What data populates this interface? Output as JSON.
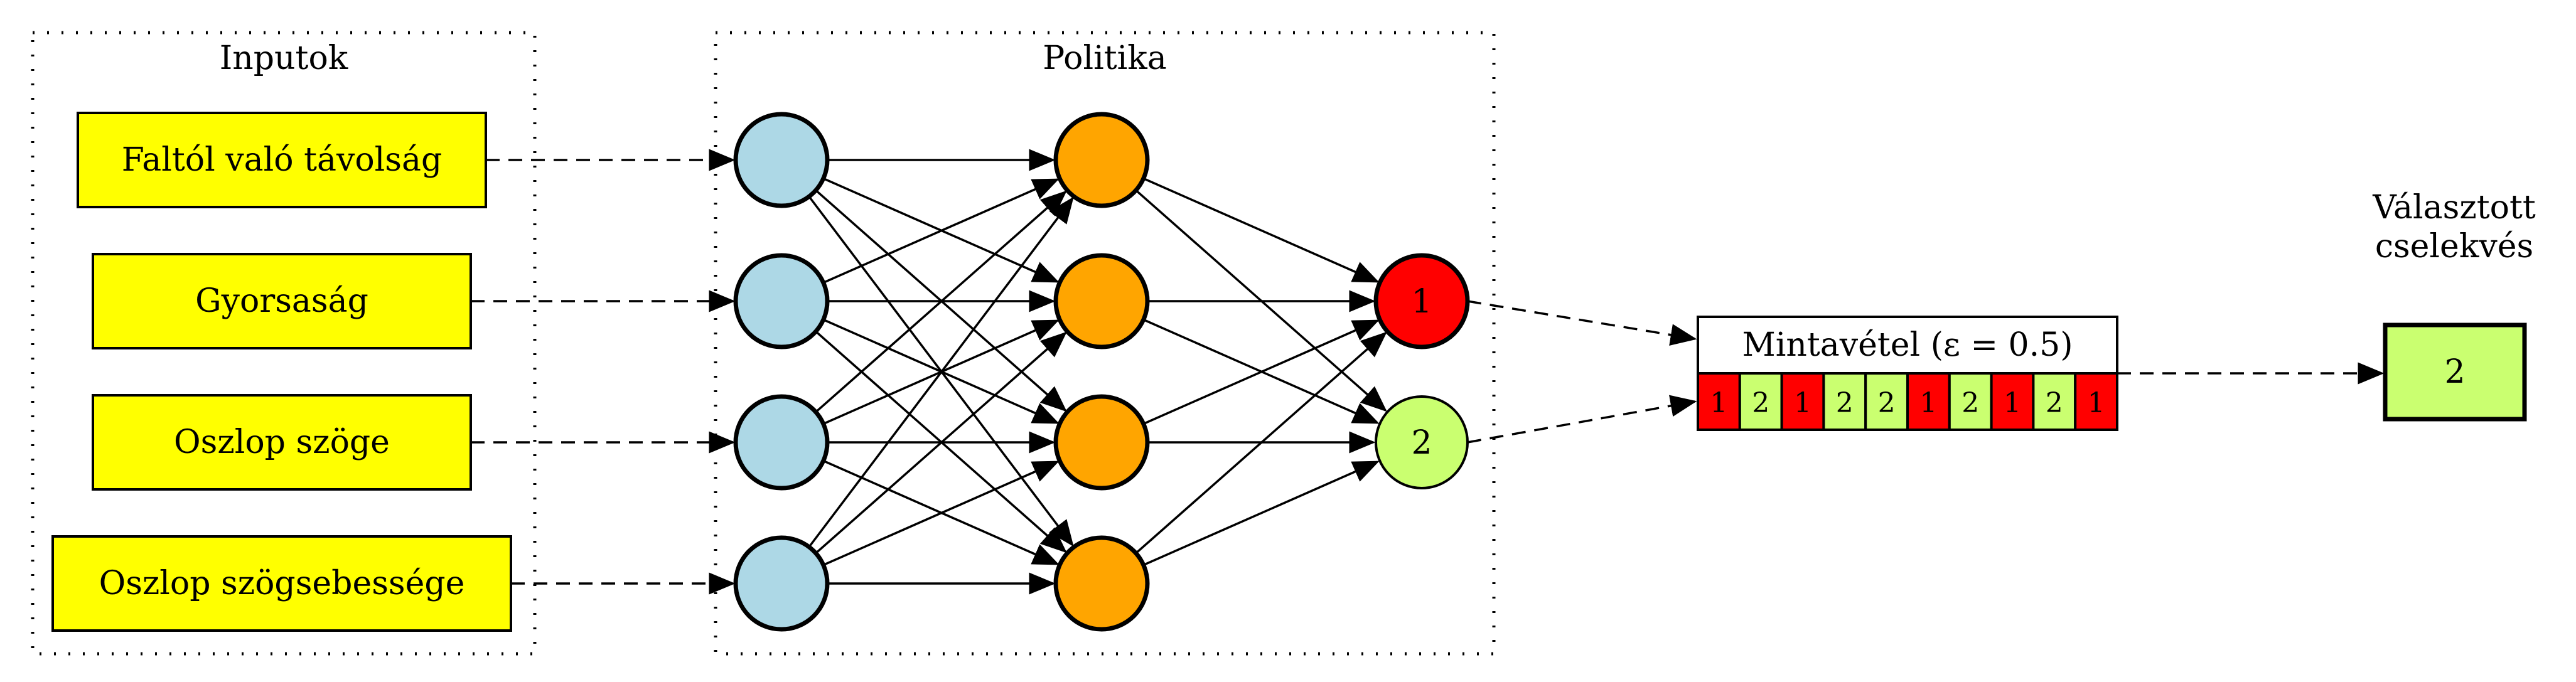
{
  "clusters": {
    "inputs": {
      "label": "Inputok"
    },
    "policy": {
      "label": "Politika"
    }
  },
  "inputs": [
    {
      "label": "Faltól való távolság"
    },
    {
      "label": "Gyorsaság"
    },
    {
      "label": "Oszlop szöge"
    },
    {
      "label": "Oszlop szögsebessége"
    }
  ],
  "outputs": [
    {
      "label": "1"
    },
    {
      "label": "2"
    }
  ],
  "sampler": {
    "label": "Mintavétel (ε = 0.5)",
    "cells": [
      "1",
      "2",
      "1",
      "2",
      "2",
      "1",
      "2",
      "1",
      "2",
      "1"
    ]
  },
  "chosen": {
    "label_line1": "Választott",
    "label_line2": "cselekvés",
    "value": "2"
  },
  "colors": {
    "input_box": "#ffff00",
    "layer1_node": "#add8e6",
    "layer2_node": "#ffa500",
    "action_1": "#ff0000",
    "action_2": "#caff70"
  }
}
